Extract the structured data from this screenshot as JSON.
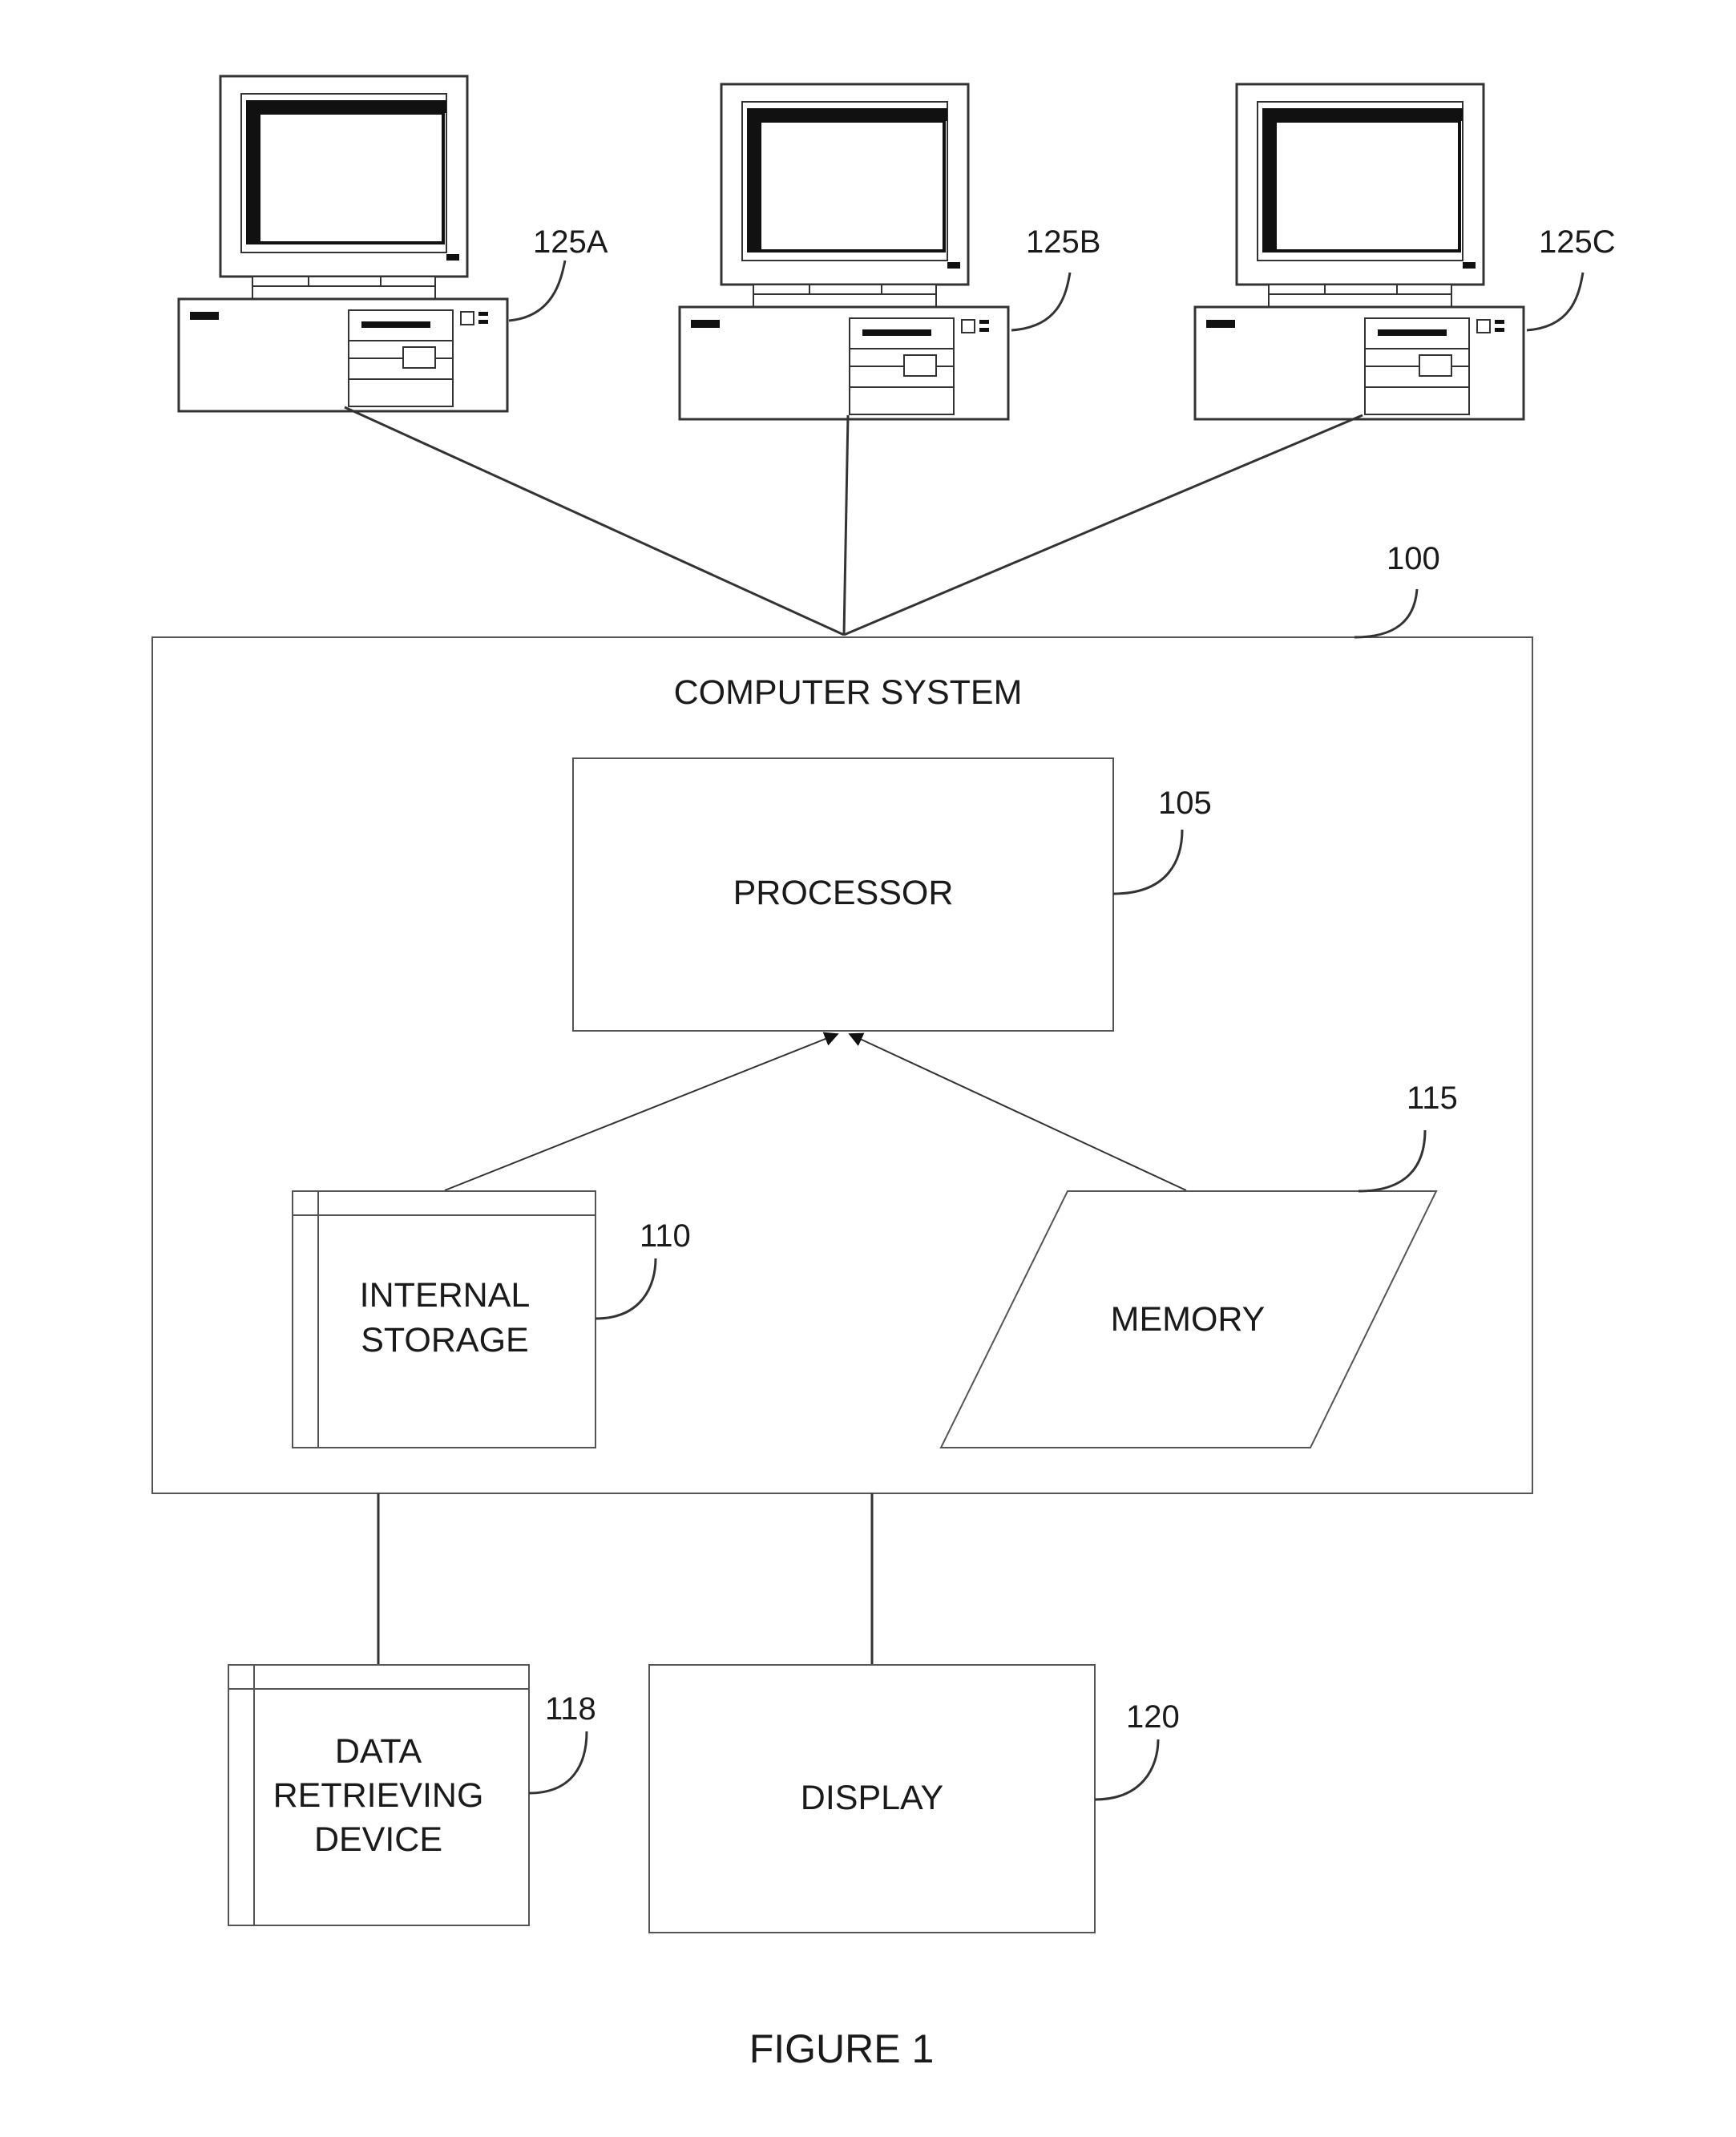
{
  "diagram": {
    "computers": [
      {
        "ref": "125A",
        "icon": "desktop-computer-icon"
      },
      {
        "ref": "125B",
        "icon": "desktop-computer-icon"
      },
      {
        "ref": "125C",
        "icon": "desktop-computer-icon"
      }
    ],
    "computer_system": {
      "ref": "100",
      "label": "COMPUTER SYSTEM"
    },
    "processor": {
      "ref": "105",
      "label": "PROCESSOR"
    },
    "internal_storage": {
      "ref": "110",
      "label_lines": [
        "INTERNAL",
        "STORAGE"
      ]
    },
    "memory": {
      "ref": "115",
      "label": "MEMORY"
    },
    "data_retrieving_device": {
      "ref": "118",
      "label_lines": [
        "DATA",
        "RETRIEVING",
        "DEVICE"
      ]
    },
    "display": {
      "ref": "120",
      "label": "DISPLAY"
    },
    "caption": "FIGURE 1"
  }
}
